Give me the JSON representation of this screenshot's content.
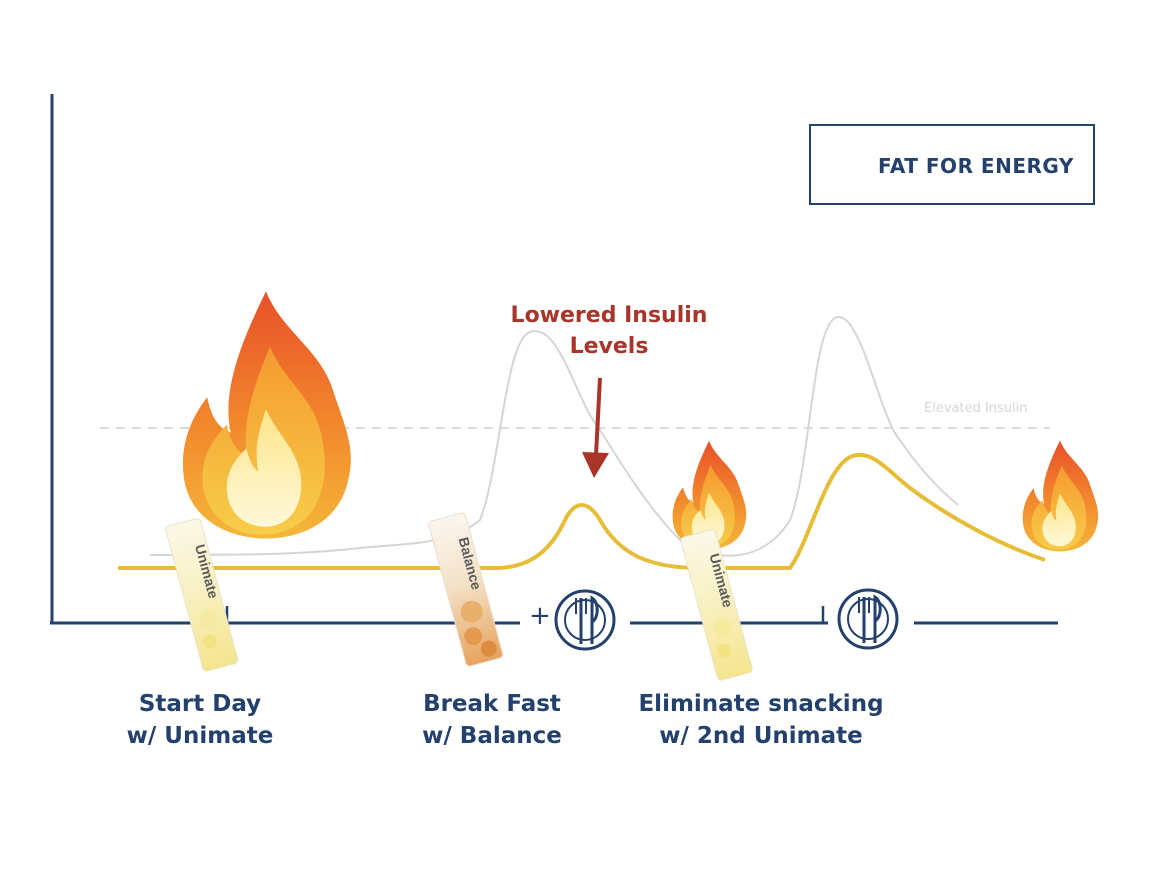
{
  "legend": {
    "label": "FAT FOR ENERGY",
    "icon": "flame-icon"
  },
  "reference_line": {
    "label": "Elevated Insulin"
  },
  "callout": {
    "line1": "Lowered Insulin",
    "line2": "Levels"
  },
  "plus_sign": "+",
  "products": [
    {
      "name": "Unimate"
    },
    {
      "name": "Balance"
    },
    {
      "name": "Unimate"
    }
  ],
  "steps": [
    {
      "line1": "Start Day",
      "line2": "w/ Unimate"
    },
    {
      "line1": "Break Fast",
      "line2": "w/ Balance"
    },
    {
      "line1": "Eliminate snacking",
      "line2": "w/ 2nd Unimate"
    }
  ],
  "meal_icons": [
    "plate-icon",
    "plate-icon"
  ],
  "colors": {
    "navy": "#24406c",
    "curve_gold": "#e7bd37",
    "callout_red": "#a9342a",
    "elevated_gray": "#d6d6d6"
  }
}
